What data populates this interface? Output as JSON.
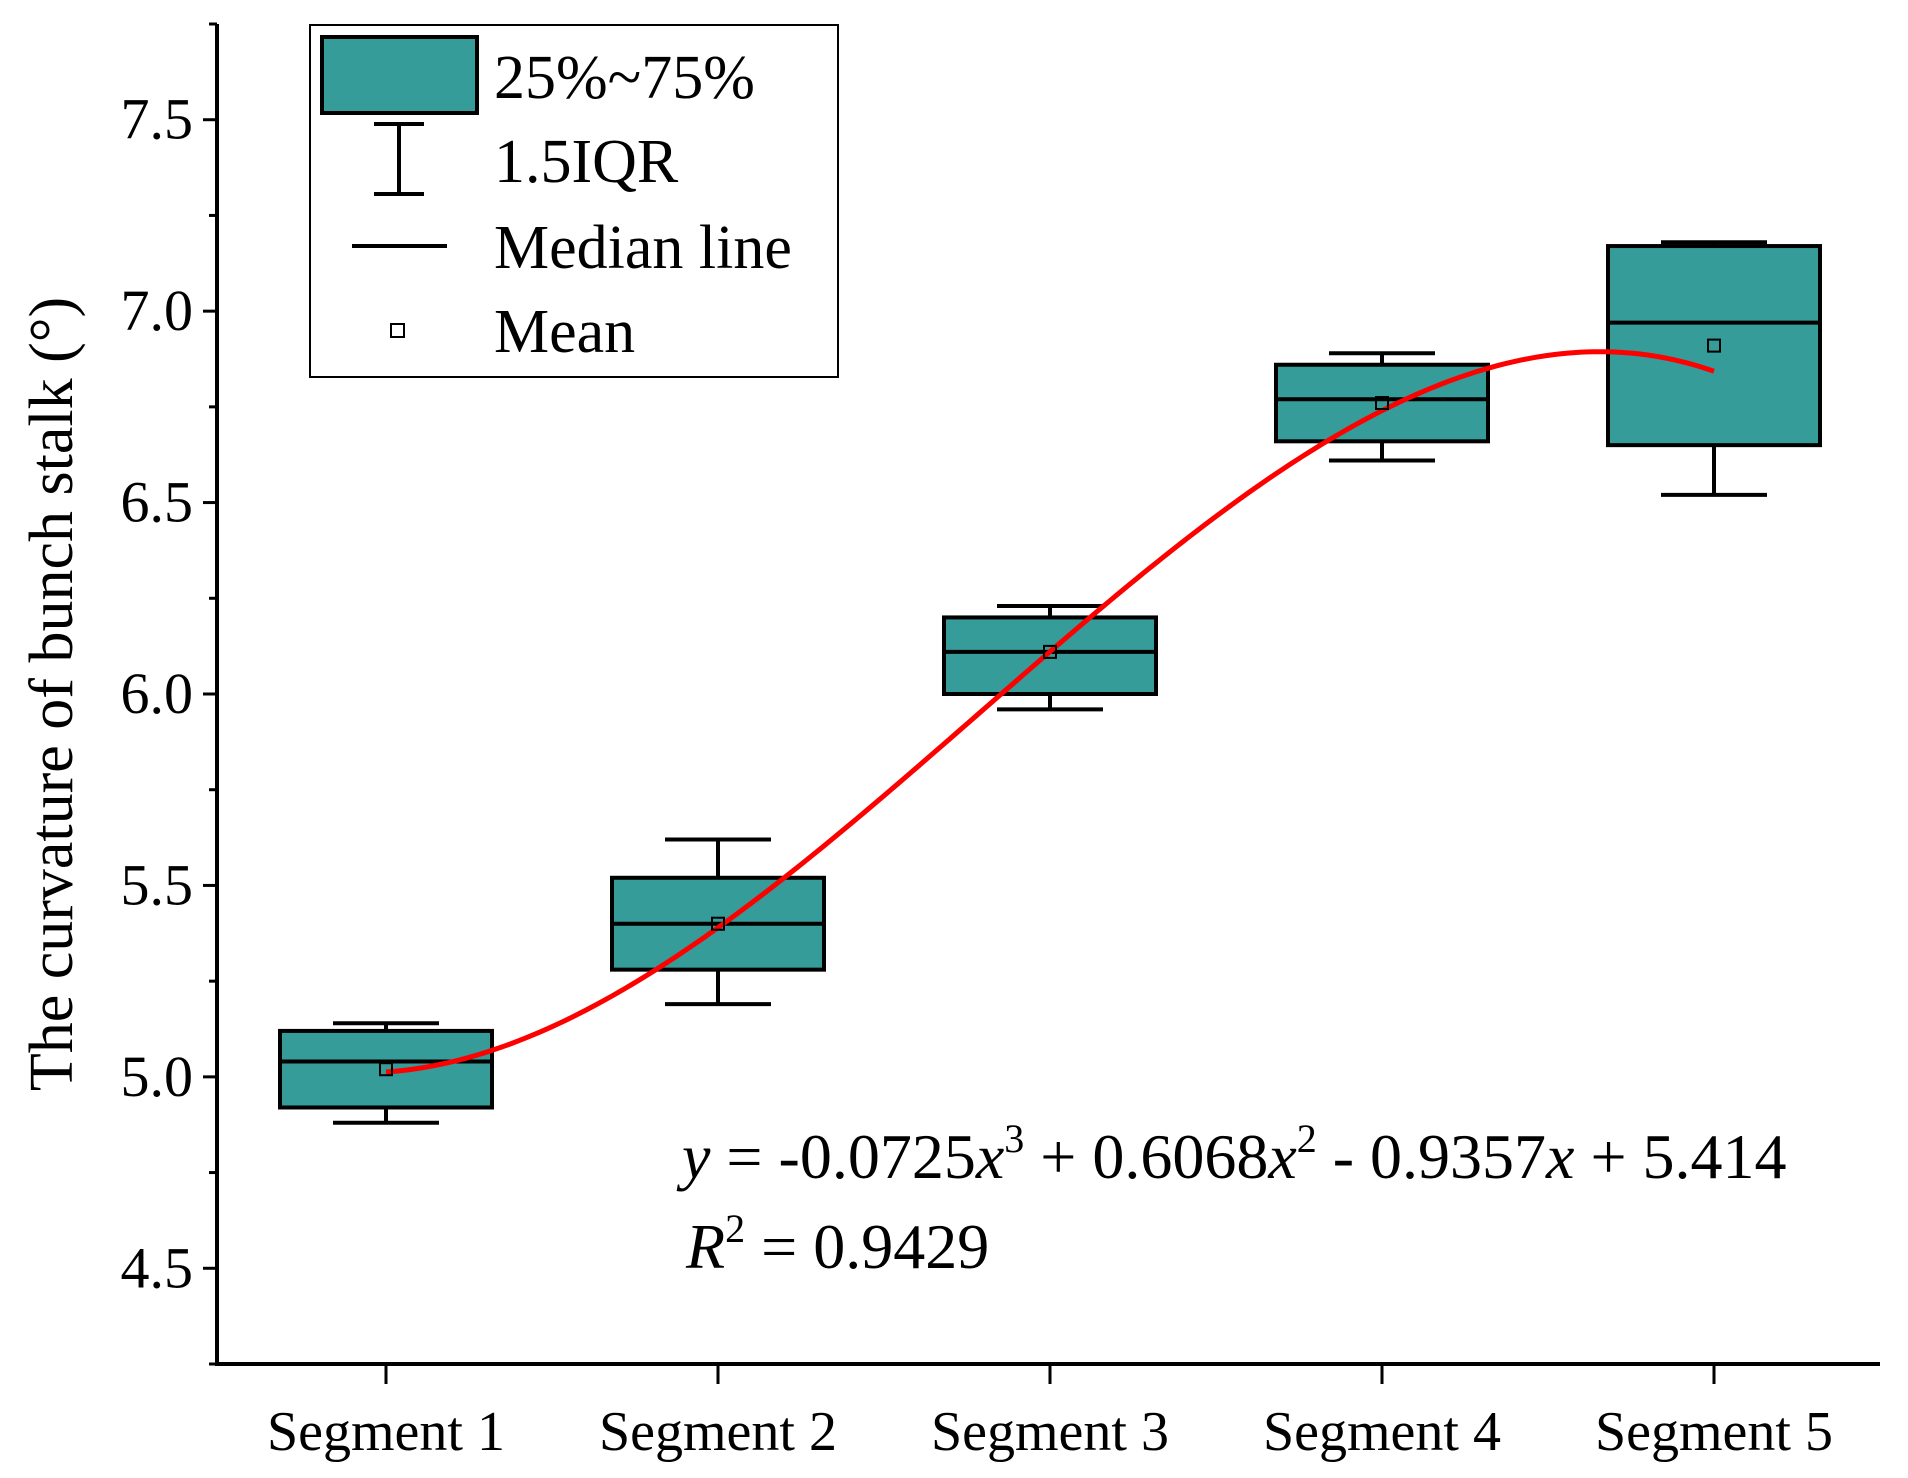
{
  "chart_data": {
    "type": "box",
    "title": "",
    "xlabel": "",
    "ylabel": "The curvature of bunch stalk (°)",
    "ylim": [
      4.25,
      7.75
    ],
    "yticks": [
      4.5,
      5.0,
      5.5,
      6.0,
      6.5,
      7.0,
      7.5
    ],
    "ytick_labels": [
      "4.5",
      "5.0",
      "5.5",
      "6.0",
      "6.5",
      "7.0",
      "7.5"
    ],
    "categories": [
      "Segment 1",
      "Segment 2",
      "Segment 3",
      "Segment 4",
      "Segment 5"
    ],
    "boxes": [
      {
        "category": "Segment 1",
        "whisker_low": 4.88,
        "q1": 4.92,
        "median": 5.04,
        "q3": 5.12,
        "whisker_high": 5.14,
        "mean": 5.02
      },
      {
        "category": "Segment 2",
        "whisker_low": 5.19,
        "q1": 5.28,
        "median": 5.4,
        "q3": 5.52,
        "whisker_high": 5.62,
        "mean": 5.4
      },
      {
        "category": "Segment 3",
        "whisker_low": 5.96,
        "q1": 6.0,
        "median": 6.11,
        "q3": 6.2,
        "whisker_high": 6.23,
        "mean": 6.11
      },
      {
        "category": "Segment 4",
        "whisker_low": 6.61,
        "q1": 6.66,
        "median": 6.77,
        "q3": 6.86,
        "whisker_high": 6.89,
        "mean": 6.76
      },
      {
        "category": "Segment 5",
        "whisker_low": 6.52,
        "q1": 6.65,
        "median": 6.97,
        "q3": 7.17,
        "whisker_high": 7.18,
        "mean": 6.91
      }
    ],
    "fit": {
      "type": "polynomial",
      "coefficients": [
        -0.0725,
        0.6068,
        -0.9357,
        5.414
      ],
      "x_range": [
        1,
        5
      ],
      "equation_parts": [
        "y",
        " = -0.0725",
        "x",
        "3",
        " + 0.6068",
        "x",
        "2",
        " - 0.9357",
        "x",
        " + 5.414"
      ],
      "r2_parts": [
        "R",
        "2",
        " = 0.9429"
      ]
    },
    "legend": {
      "position": "top-left",
      "entries": [
        "25%~75%",
        "1.5IQR",
        "Median line",
        "Mean"
      ]
    },
    "grid": false,
    "colors": {
      "box_fill": "#359c9a",
      "fit_line": "#ff0000",
      "axis": "#000000"
    }
  }
}
